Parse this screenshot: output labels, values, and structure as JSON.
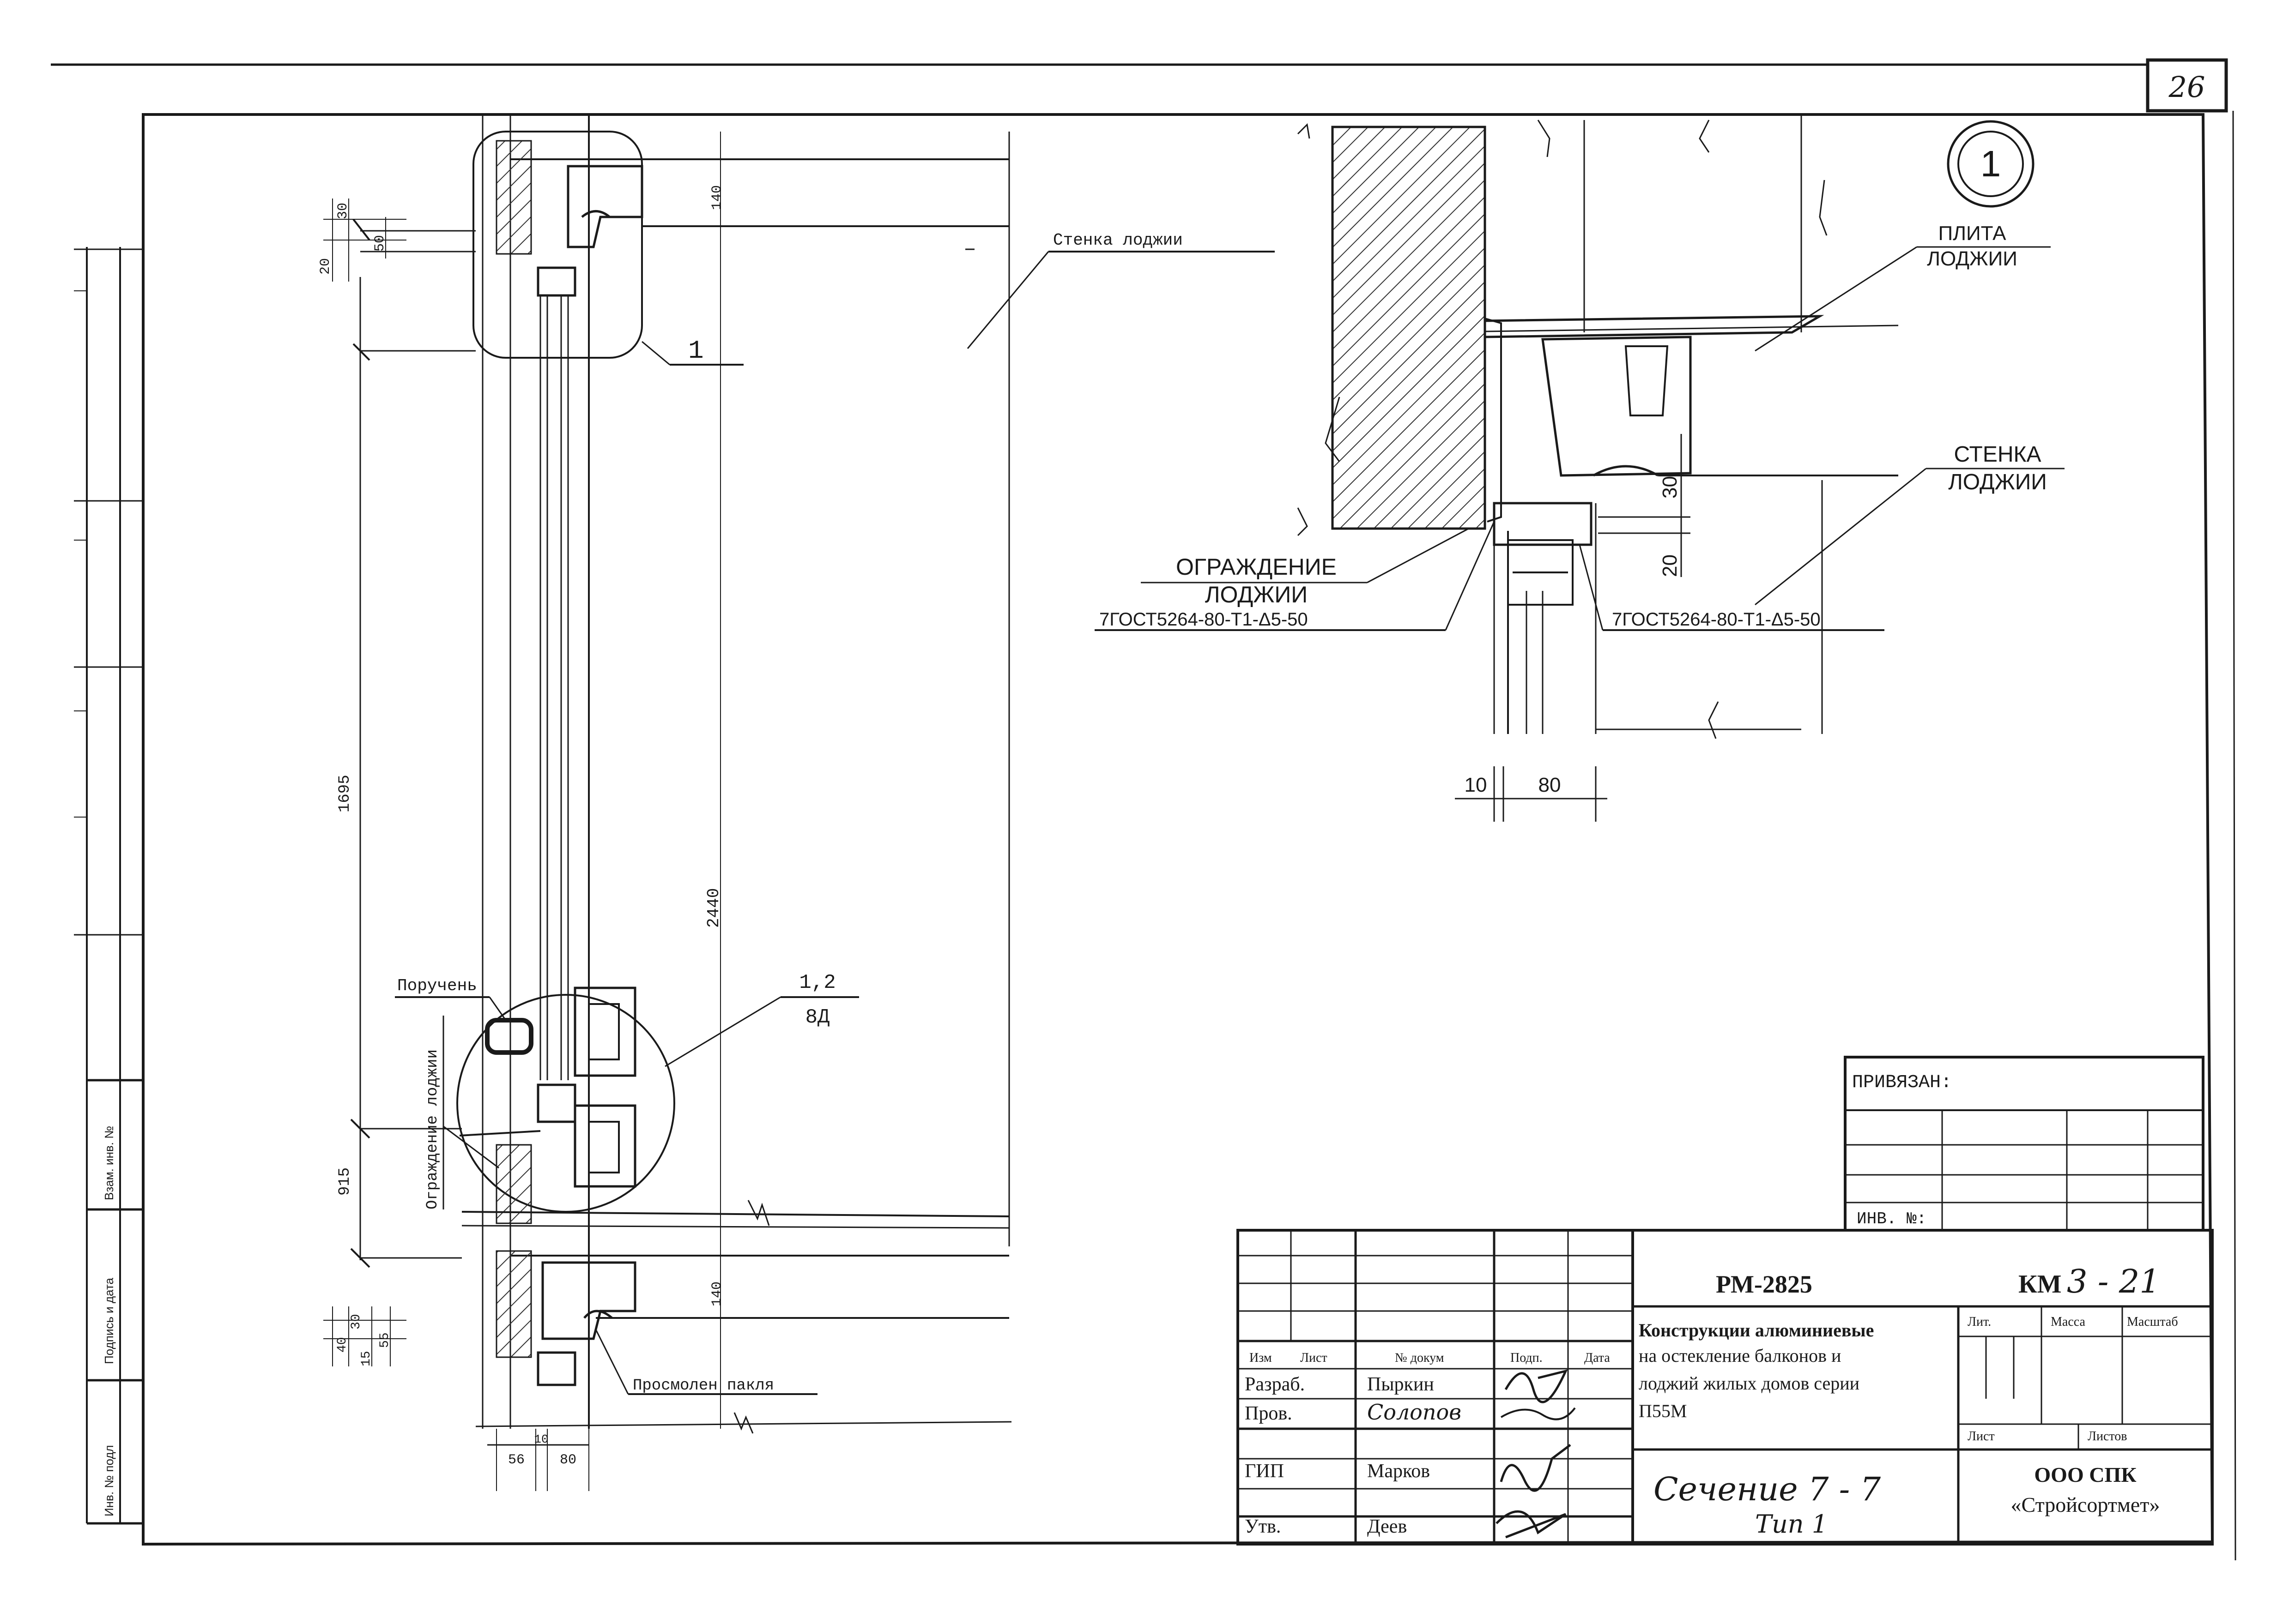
{
  "sheet_number": "26",
  "left_strip": {
    "inv_podl": "Инв. № подл",
    "podpis_data": "Подпись и дата",
    "vzam_inv": "Взам. инв. №"
  },
  "left_drawing": {
    "wall_label": "Стенка лоджии",
    "callout_1": "1",
    "handrail": "Поручень",
    "fence": "Ограждение лоджии",
    "callout_ref_top": "1,2",
    "callout_ref_bottom": "8Д",
    "tow": "Просмолен пакля",
    "dims": {
      "d30": "30",
      "d20": "20",
      "d50": "50",
      "d140_top": "140",
      "d1695": "1695",
      "d2440": "2440",
      "d915": "915",
      "d140_bottom": "140",
      "d40": "40",
      "d30b": "30",
      "d15": "15",
      "d55": "55",
      "d56": "56",
      "d10": "10",
      "d80": "80"
    }
  },
  "detail_1": {
    "number": "1",
    "plate_1": "ПЛИТА",
    "plate_2": "ЛОДЖИИ",
    "wall_1": "СТЕНКА",
    "wall_2": "ЛОДЖИИ",
    "fence_1": "ОГРАЖДЕНИЕ",
    "fence_2": "ЛОДЖИИ",
    "gost_left": "7ГОСТ5264-80-Т1-Δ5-50",
    "gost_right": "7ГОСТ5264-80-Т1-Δ5-50",
    "dim_30": "30",
    "dim_20": "20",
    "dim_10": "10",
    "dim_80": "80"
  },
  "binding_box": {
    "title": "ПРИВЯЗАН:",
    "inv": "ИНВ. №:"
  },
  "title_block": {
    "headers": {
      "izm": "Изм",
      "list": "Лист",
      "doc": "№ докум",
      "podp": "Подп.",
      "data": "Дата"
    },
    "rows": [
      {
        "role": "Разраб.",
        "name": "Пыркин"
      },
      {
        "role": "Пров.",
        "name": "Солопов"
      },
      {
        "role": "ГИП",
        "name": "Марков"
      },
      {
        "role": "Утв.",
        "name": "Деев"
      }
    ],
    "project_code": "РМ-2825",
    "drawing_code_prefix": "КМ",
    "drawing_code_hand": "3 - 21",
    "description_lines": [
      "Конструкции алюминиевые",
      "на остекление балконов и",
      "лоджий жилых домов серии",
      "П55М"
    ],
    "sheet_title": "Сечение  7 - 7",
    "sheet_subtitle": "Тип 1",
    "lit": "Лит.",
    "massa": "Масса",
    "masshtab": "Масштаб",
    "list": "Лист",
    "listov": "Листов",
    "org_1": "ООО СПК",
    "org_2": "«Стройсортмет»"
  }
}
